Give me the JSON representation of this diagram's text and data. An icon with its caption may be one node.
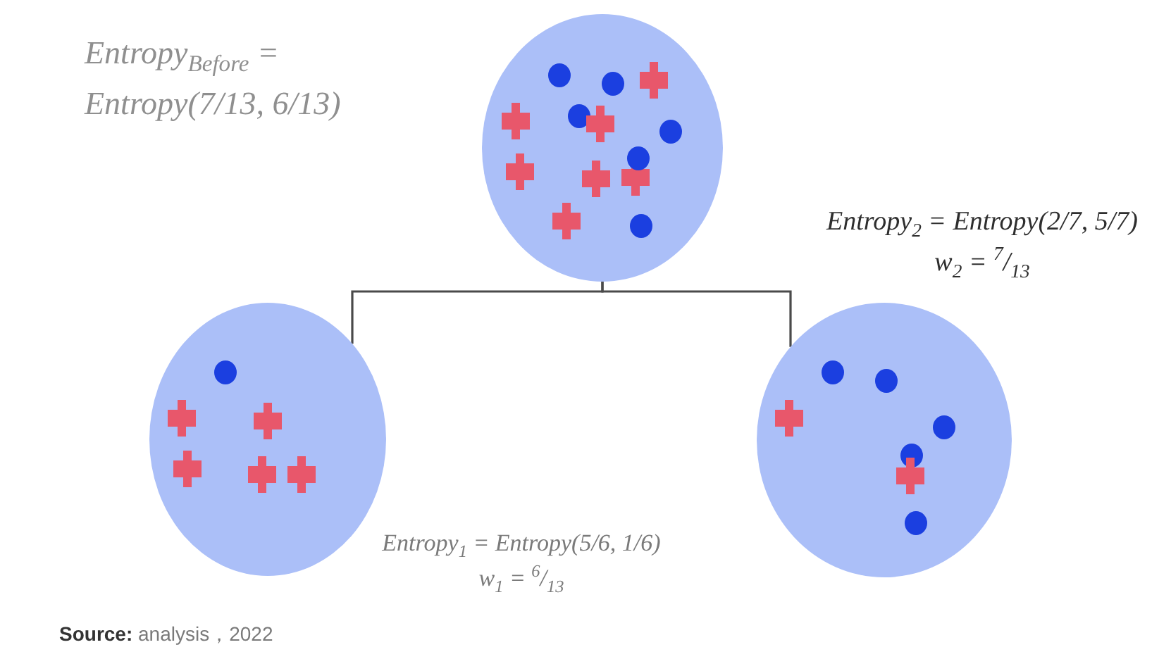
{
  "diagram": {
    "caption": "**Source:** analysis，2022",
    "nodes": [
      {
        "text": [],
        "shape": "circle"
      },
      {
        "text": [],
        "shape": "circle",
        "beside": [
          "Entropy$_{1}$ = Entropy(5/6, 1/6)",
          "w$_{1}$ = $^{6}$/$_{13}$"
        ]
      },
      {
        "text": [],
        "shape": "circle",
        "beside": [
          "Entropy$_{2}$ = Entropy(2/7, 5/7)",
          "w$_{2}$ = $^{7}$/$_{13}$"
        ]
      }
    ],
    "edges": [
      {
        "from": 0,
        "to": 1,
        "arrow": "none"
      },
      {
        "from": 0,
        "to": 2,
        "arrow": "none"
      }
    ],
    "labels": [
      "Entropy$_{Before}$ = Entropy(7/13, 6/13)"
    ]
  }
}
